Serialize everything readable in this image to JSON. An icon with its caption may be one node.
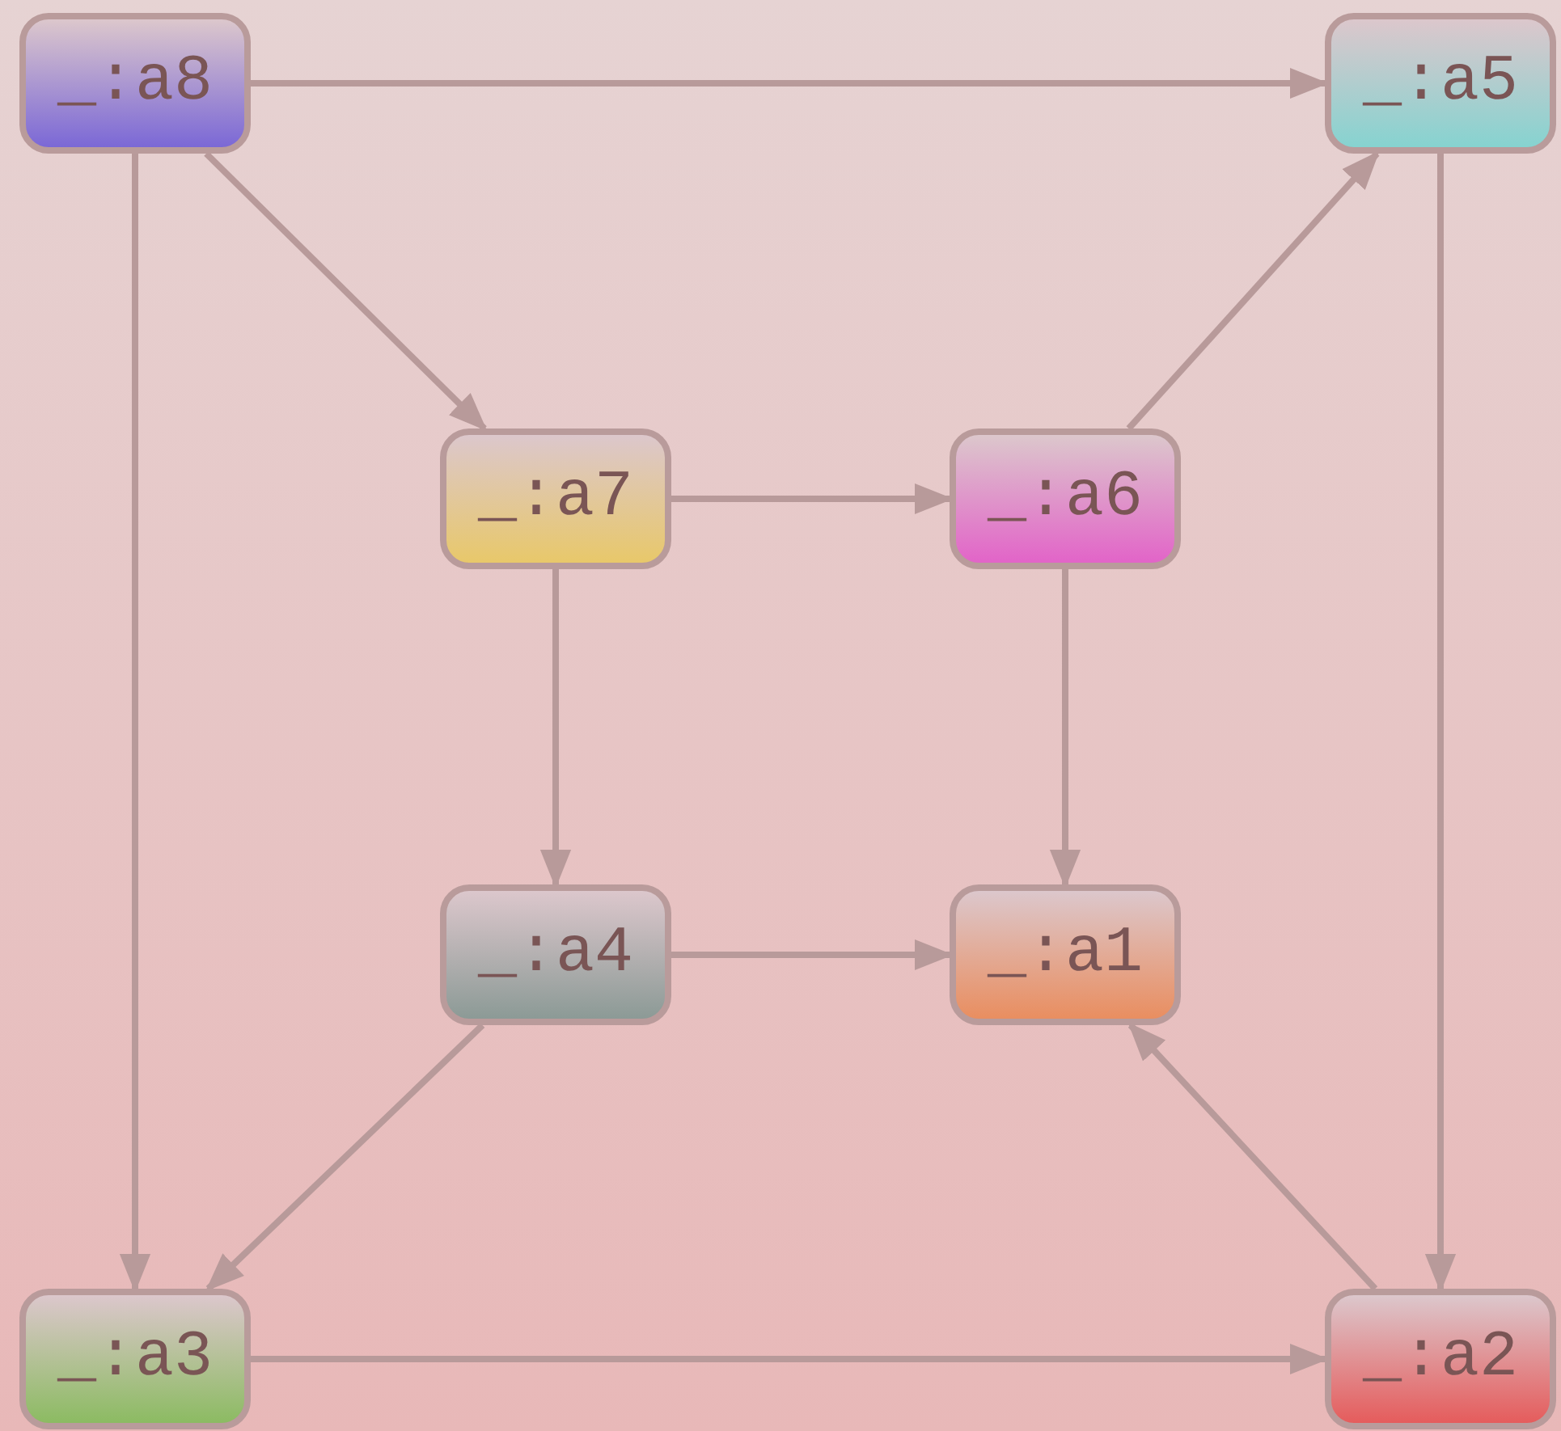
{
  "diagram": {
    "nodes": [
      {
        "text": [
          "_:a8"
        ]
      },
      {
        "text": [
          "_:a5"
        ]
      },
      {
        "text": [
          "_:a7"
        ]
      },
      {
        "text": [
          "_:a6"
        ]
      },
      {
        "text": [
          "_:a4"
        ]
      },
      {
        "text": [
          "_:a1"
        ]
      },
      {
        "text": [
          "_:a3"
        ]
      },
      {
        "text": [
          "_:a2"
        ]
      }
    ],
    "edges": [
      {
        "from": 0,
        "to": 1,
        "arrow": "to"
      },
      {
        "from": 0,
        "to": 2,
        "arrow": "to"
      },
      {
        "from": 0,
        "to": 6,
        "arrow": "to"
      },
      {
        "from": 2,
        "to": 3,
        "arrow": "to"
      },
      {
        "from": 2,
        "to": 4,
        "arrow": "to"
      },
      {
        "from": 3,
        "to": 1,
        "arrow": "to"
      },
      {
        "from": 3,
        "to": 5,
        "arrow": "to"
      },
      {
        "from": 1,
        "to": 7,
        "arrow": "to"
      },
      {
        "from": 4,
        "to": 5,
        "arrow": "to"
      },
      {
        "from": 4,
        "to": 6,
        "arrow": "to"
      },
      {
        "from": 6,
        "to": 7,
        "arrow": "to"
      },
      {
        "from": 7,
        "to": 5,
        "arrow": "to"
      }
    ]
  }
}
